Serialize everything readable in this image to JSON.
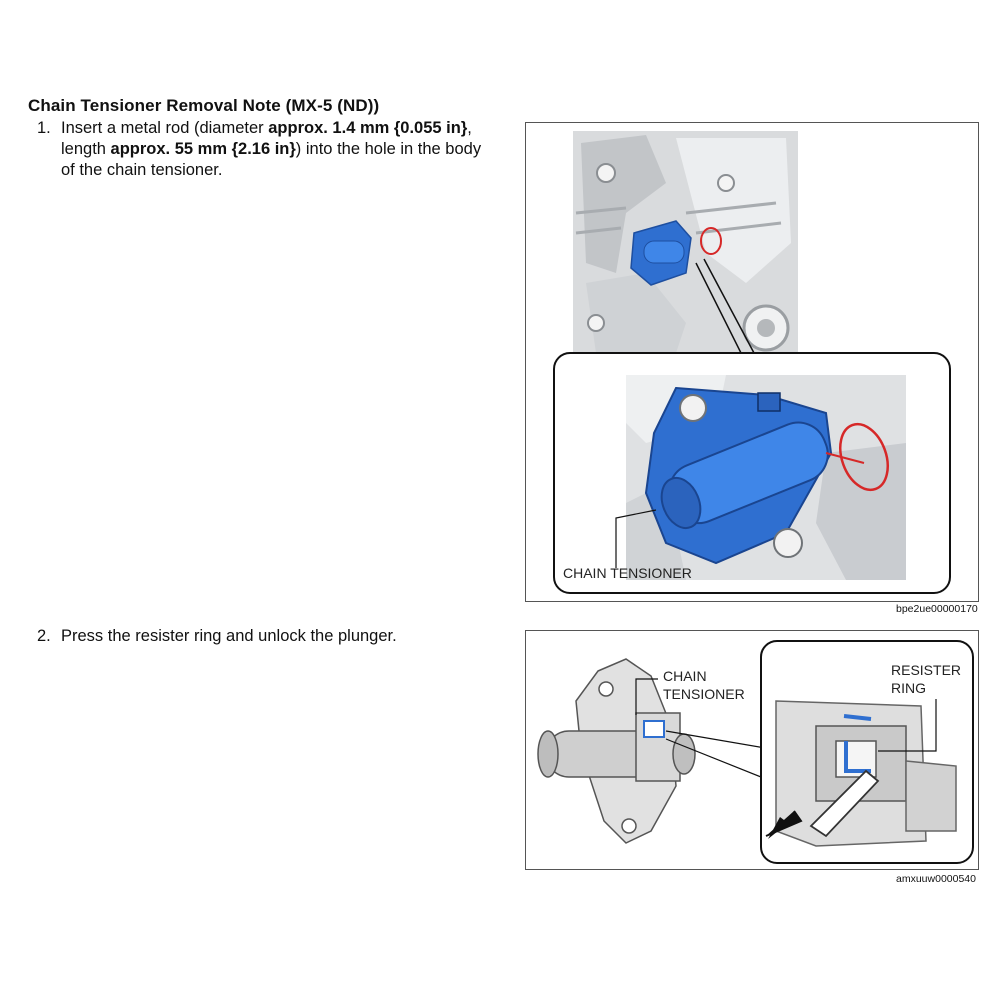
{
  "document": {
    "title": "Chain Tensioner Removal Note (MX-5 (ND))",
    "steps": [
      {
        "number": "1.",
        "parts": [
          {
            "text": "Insert a metal rod (diameter ",
            "bold": false
          },
          {
            "text": "approx. 1.4 mm {0.055 in}",
            "bold": true
          },
          {
            "text": ", length ",
            "bold": false
          },
          {
            "text": "approx. 55 mm {2.16 in}",
            "bold": true
          },
          {
            "text": ") into the hole in the body of the chain tensioner.",
            "bold": false
          }
        ]
      },
      {
        "number": "2.",
        "text": "Press the resister ring and unlock the plunger."
      }
    ]
  },
  "figures": [
    {
      "code": "bpe2ue00000170",
      "callout_label": "CHAIN TENSIONER",
      "colors": {
        "tensioner": "#2f6fd0",
        "rod_circle": "#d62828",
        "engine": "#e4e6e8"
      }
    },
    {
      "code": "amxuuw0000540",
      "labels": {
        "chain_tensioner": [
          "CHAIN",
          "TENSIONER"
        ],
        "resister_ring": [
          "RESISTER",
          "RING"
        ]
      },
      "colors": {
        "ring": "#2f6fd0",
        "body": "#dcdcdc"
      }
    }
  ]
}
